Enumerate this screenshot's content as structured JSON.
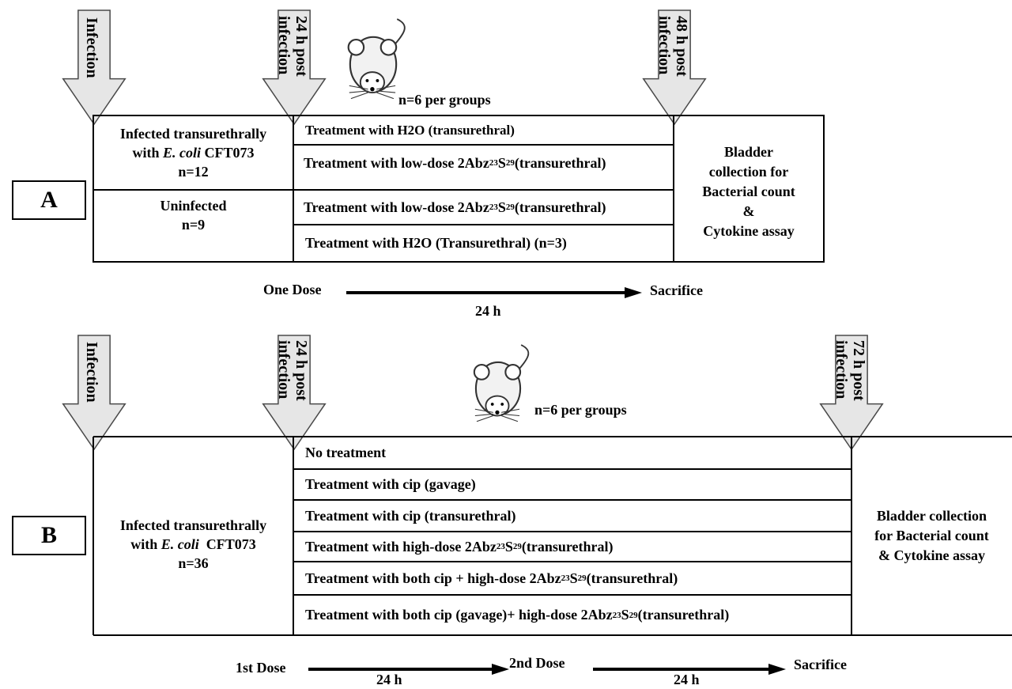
{
  "panel_a": {
    "label": "A",
    "arrow_infection": "Infection",
    "arrow_24h": [
      "24 h post",
      "infection"
    ],
    "arrow_48h": [
      "48 h post",
      "infection"
    ],
    "mouse_note": "n=6 per groups",
    "group_infected": {
      "line1": "Infected transurethrally",
      "line2_prefix": "with ",
      "line2_italic": "E. coli",
      "line2_suffix": " CFT073",
      "line3": "n=12"
    },
    "group_uninfected": {
      "line1": "Uninfected",
      "line2": "n=9"
    },
    "treatments": [
      {
        "text": "Treatment with H2O (transurethral)"
      },
      {
        "pre": "Treatment with low-dose 2Abz",
        "sup1": "23",
        "mid": "S",
        "sup2": "29",
        "post": " (transurethral)"
      },
      {
        "pre": "Treatment with low-dose 2Abz",
        "sup1": "23",
        "mid": "S",
        "sup2": "29",
        "post": " (transurethral)"
      },
      {
        "text": "Treatment with H2O (Transurethral) (n=3)"
      }
    ],
    "outcome": [
      "Bladder",
      "collection for",
      "Bacterial count",
      "&",
      "Cytokine assay"
    ],
    "timeline": {
      "start": "One Dose",
      "end": "Sacrifice",
      "duration": "24 h"
    }
  },
  "panel_b": {
    "label": "B",
    "arrow_infection": "Infection",
    "arrow_24h": [
      "24 h post",
      "infection"
    ],
    "arrow_72h": [
      "72 h post",
      "infection"
    ],
    "mouse_note": "n=6 per groups",
    "group_infected": {
      "line1": "Infected transurethrally",
      "line2_prefix": "with ",
      "line2_italic": "E. coli",
      "line2_suffix": "  CFT073",
      "line3": "n=36"
    },
    "treatments": [
      {
        "text": "No treatment"
      },
      {
        "text": "Treatment with cip (gavage)"
      },
      {
        "text": "Treatment with cip (transurethral)"
      },
      {
        "pre": "Treatment with high-dose 2Abz",
        "sup1": "23",
        "mid": "S",
        "sup2": "29",
        "post": " (transurethral)"
      },
      {
        "pre": "Treatment with both cip + high-dose 2Abz",
        "sup1": "23",
        "mid": "S",
        "sup2": "29",
        "post": " (transurethral)"
      },
      {
        "pre": "Treatment with both cip (gavage)+ high-dose 2Abz",
        "sup1": "23",
        "mid": "S",
        "sup2": "29",
        "post": " (transurethral)"
      }
    ],
    "outcome": [
      "Bladder collection",
      "for Bacterial count",
      "& Cytokine assay"
    ],
    "timeline": {
      "start": "1st Dose",
      "middle": "2nd Dose",
      "end": "Sacrifice",
      "duration1": "24 h",
      "duration2": "24 h"
    }
  }
}
